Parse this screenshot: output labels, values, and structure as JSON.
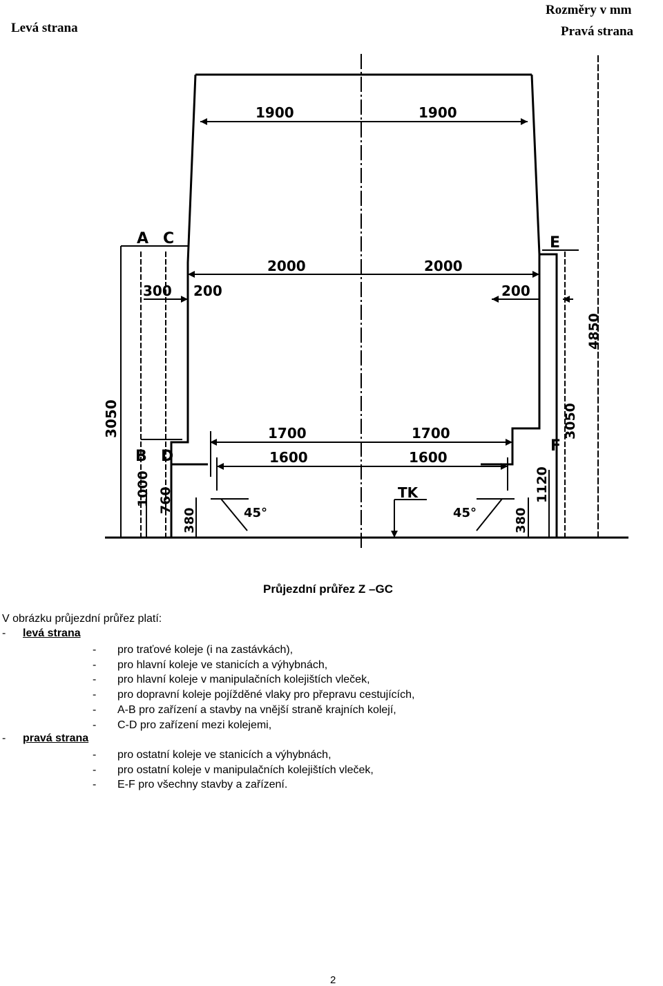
{
  "header": {
    "left": "Levá strana",
    "units": "Rozměry v mm",
    "right": "Pravá strana"
  },
  "diagram": {
    "dim_top_left": "1900",
    "dim_top_right": "1900",
    "dim_mid_left": "2000",
    "dim_mid_right": "2000",
    "dim_300": "300",
    "dim_200_left": "200",
    "dim_200_right": "200",
    "dim_1700_left": "1700",
    "dim_1700_right": "1700",
    "dim_1600_left": "1600",
    "dim_1600_right": "1600",
    "label_a": "A",
    "label_c": "C",
    "label_b": "B",
    "label_d": "D",
    "label_e": "E",
    "label_f": "F",
    "label_tk": "TK",
    "angle_left": "45°",
    "angle_right": "45°",
    "h_3050_left": "3050",
    "h_1000": "1000",
    "h_760": "760",
    "h_380_left": "380",
    "h_4850": "4850",
    "h_3050_right": "3050",
    "h_1120": "1120",
    "h_380_right": "380"
  },
  "caption": "Průjezdní průřez Z –GC",
  "intro": "V obrázku průjezdní průřez platí:",
  "left_side": {
    "dash": "-",
    "label": "levá strana",
    "items": [
      "pro traťové koleje (i na zastávkách),",
      "pro hlavní koleje ve stanicích a výhybnách,",
      "pro hlavní koleje v manipulačních kolejištích vleček,",
      "pro dopravní koleje pojížděné vlaky pro přepravu cestujících,",
      "A-B pro zařízení a stavby na vnější straně krajních kolejí,",
      "C-D pro zařízení mezi kolejemi,"
    ]
  },
  "right_side": {
    "dash": "-",
    "label": "pravá strana",
    "items": [
      "pro ostatní koleje ve stanicích a výhybnách,",
      "pro ostatní koleje v manipulačních kolejištích vleček,",
      "E-F pro všechny stavby a zařízení."
    ]
  },
  "page_number": "2"
}
